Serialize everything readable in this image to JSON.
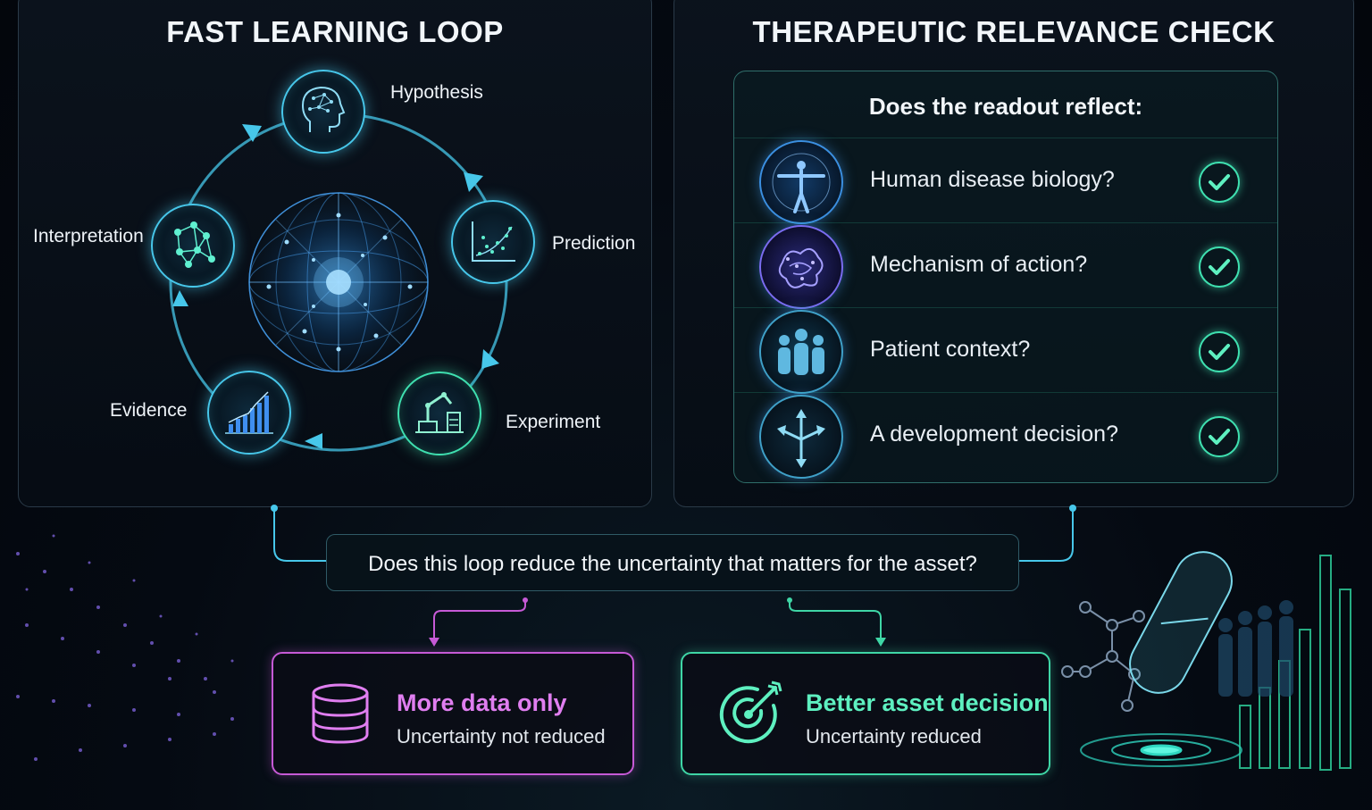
{
  "left_panel": {
    "title": "FAST LEARNING LOOP",
    "nodes": {
      "hypothesis": "Hypothesis",
      "prediction": "Prediction",
      "experiment": "Experiment",
      "evidence": "Evidence",
      "interpretation": "Interpretation"
    }
  },
  "right_panel": {
    "title": "THERAPEUTIC RELEVANCE CHECK",
    "heading": "Does the readout reflect:",
    "items": [
      {
        "label": "Human disease biology?",
        "icon": "human-body-icon"
      },
      {
        "label": "Mechanism of action?",
        "icon": "protein-molecule-icon"
      },
      {
        "label": "Patient context?",
        "icon": "patients-group-icon"
      },
      {
        "label": "A development decision?",
        "icon": "decision-arrows-icon"
      }
    ]
  },
  "question": "Does this loop reduce the uncertainty that matters for the asset?",
  "outcomes": {
    "left": {
      "title": "More data only",
      "subtitle": "Uncertainty not reduced",
      "icon": "database-icon"
    },
    "right": {
      "title": "Better asset decision",
      "subtitle": "Uncertainty reduced",
      "icon": "target-icon"
    }
  },
  "colors": {
    "cyan": "#47c7ea",
    "green": "#3fe0b0",
    "magenta": "#c65ad6",
    "blue": "#3b8fe0"
  }
}
